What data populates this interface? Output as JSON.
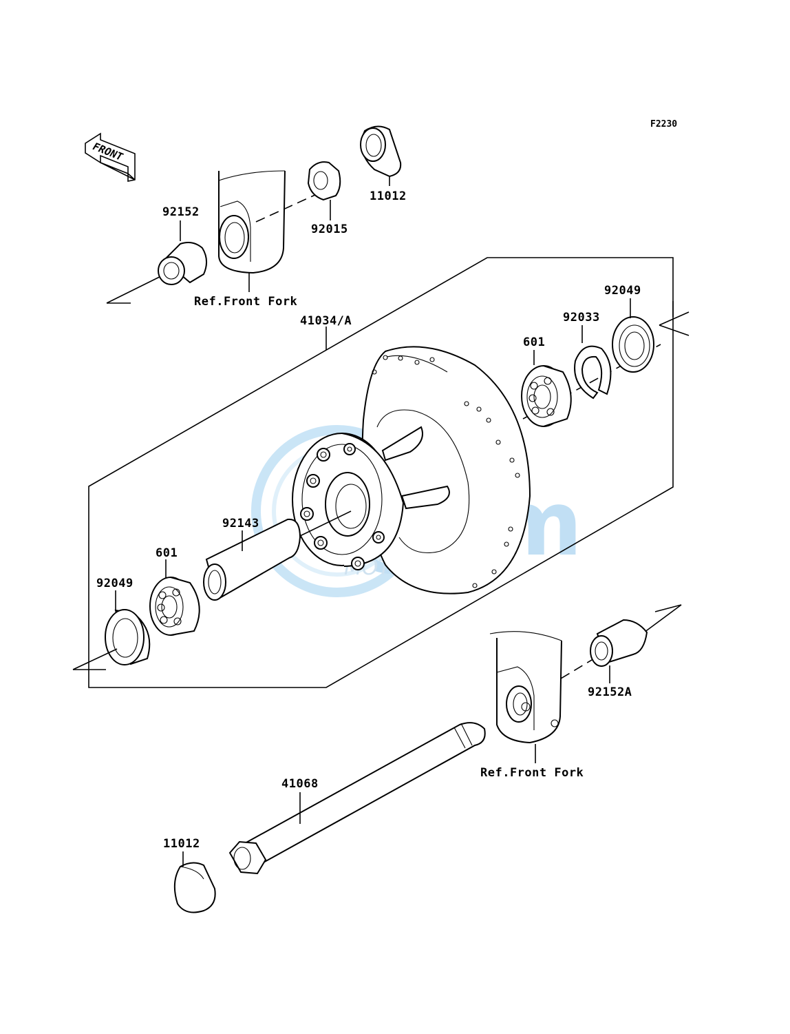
{
  "diagram_code": "F2230",
  "front_arrow_label": "FRONT",
  "watermark": {
    "text": "gem",
    "subtext": "MOTORPARTS",
    "color": "#8fc6ec"
  },
  "part_labels": {
    "p92152": "92152",
    "p92015": "92015",
    "p11012_top": "11012",
    "ref_front_fork_top": "Ref.Front Fork",
    "p41034": "41034/A",
    "p92049_right": "92049",
    "p92033": "92033",
    "p601_right": "601",
    "p92143": "92143",
    "p601_left": "601",
    "p92049_left": "92049",
    "p92152A": "92152A",
    "ref_front_fork_bottom": "Ref.Front Fork",
    "p41068": "41068",
    "p11012_bottom": "11012"
  }
}
